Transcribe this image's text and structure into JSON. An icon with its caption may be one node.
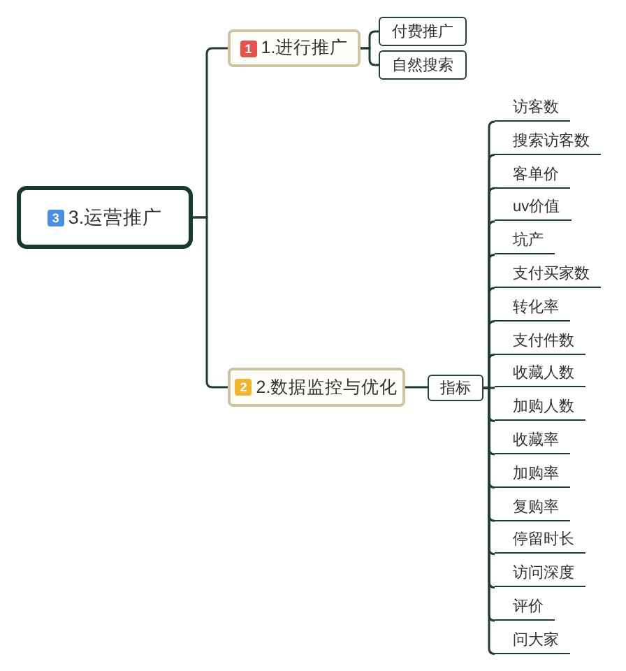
{
  "diagram": {
    "nodes": [
      {
        "text": [
          "3",
          "3.运营推广"
        ]
      },
      {
        "text": [
          "1",
          "1.进行推广"
        ]
      },
      {
        "text": [
          "付费推广"
        ]
      },
      {
        "text": [
          "自然搜索"
        ]
      },
      {
        "text": [
          "2",
          "2.数据监控与优化"
        ]
      },
      {
        "text": [
          "指标"
        ]
      },
      {
        "text": [
          "访客数"
        ]
      },
      {
        "text": [
          "搜索访客数"
        ]
      },
      {
        "text": [
          "客单价"
        ]
      },
      {
        "text": [
          "uv价值"
        ]
      },
      {
        "text": [
          "坑产"
        ]
      },
      {
        "text": [
          "支付买家数"
        ]
      },
      {
        "text": [
          "转化率"
        ]
      },
      {
        "text": [
          "支付件数"
        ]
      },
      {
        "text": [
          "收藏人数"
        ]
      },
      {
        "text": [
          "加购人数"
        ]
      },
      {
        "text": [
          "收藏率"
        ]
      },
      {
        "text": [
          "加购率"
        ]
      },
      {
        "text": [
          "复购率"
        ]
      },
      {
        "text": [
          "停留时长"
        ]
      },
      {
        "text": [
          "访问深度"
        ]
      },
      {
        "text": [
          "评价"
        ]
      },
      {
        "text": [
          "问大家"
        ]
      }
    ],
    "edges": [
      {
        "from": 0,
        "to": 1,
        "arrow": "none"
      },
      {
        "from": 0,
        "to": 4,
        "arrow": "none"
      },
      {
        "from": 1,
        "to": 2,
        "arrow": "none"
      },
      {
        "from": 1,
        "to": 3,
        "arrow": "none"
      },
      {
        "from": 4,
        "to": 5,
        "arrow": "none"
      },
      {
        "from": 5,
        "to": 6,
        "arrow": "none"
      },
      {
        "from": 5,
        "to": 7,
        "arrow": "none"
      },
      {
        "from": 5,
        "to": 8,
        "arrow": "none"
      },
      {
        "from": 5,
        "to": 9,
        "arrow": "none"
      },
      {
        "from": 5,
        "to": 10,
        "arrow": "none"
      },
      {
        "from": 5,
        "to": 11,
        "arrow": "none"
      },
      {
        "from": 5,
        "to": 12,
        "arrow": "none"
      },
      {
        "from": 5,
        "to": 13,
        "arrow": "none"
      },
      {
        "from": 5,
        "to": 14,
        "arrow": "none"
      },
      {
        "from": 5,
        "to": 15,
        "arrow": "none"
      },
      {
        "from": 5,
        "to": 16,
        "arrow": "none"
      },
      {
        "from": 5,
        "to": 17,
        "arrow": "none"
      },
      {
        "from": 5,
        "to": 18,
        "arrow": "none"
      },
      {
        "from": 5,
        "to": 19,
        "arrow": "none"
      },
      {
        "from": 5,
        "to": 20,
        "arrow": "none"
      },
      {
        "from": 5,
        "to": 21,
        "arrow": "none"
      },
      {
        "from": 5,
        "to": 22,
        "arrow": "none"
      }
    ]
  }
}
